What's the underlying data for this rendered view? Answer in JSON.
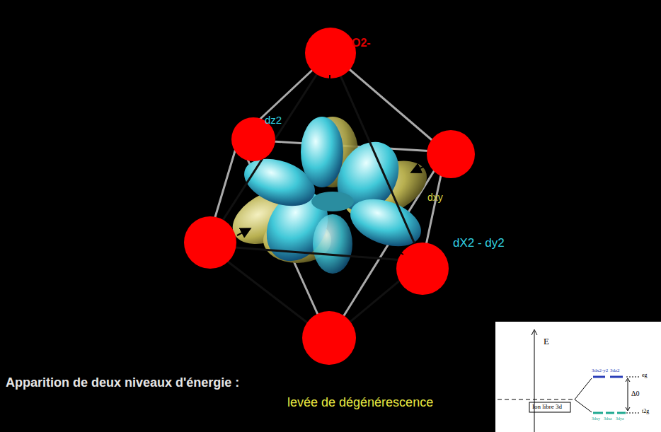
{
  "diagram": {
    "labels": [
      "O2-",
      "dz2",
      "dxy",
      "dX2 - dy2",
      "Apparition de deux niveaux d'énergie :",
      "levée de dégénérescence",
      "E",
      "Ion libre 3d",
      "3dx2-y2",
      "3dz2",
      "eg",
      "Δ0",
      "t2g",
      "3dxy",
      "3dxz",
      "3dyz"
    ]
  }
}
